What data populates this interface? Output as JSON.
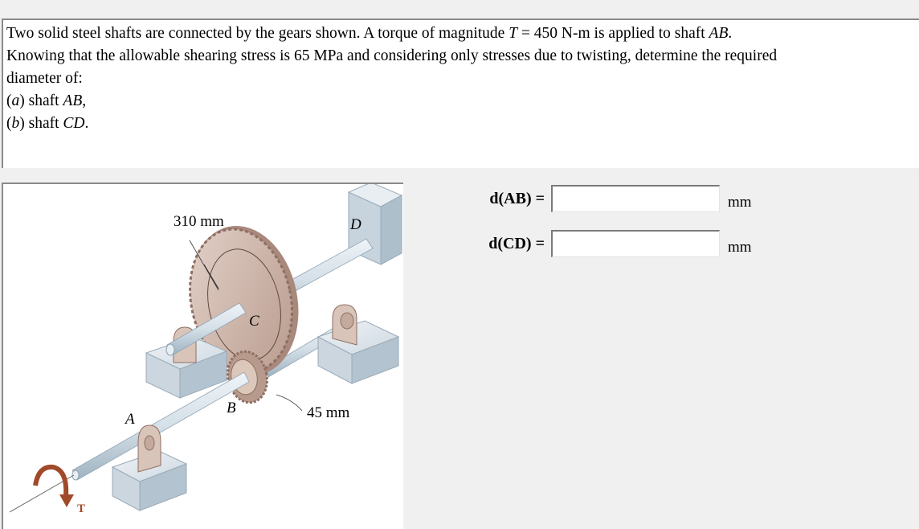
{
  "problem": {
    "lines": [
      [
        "Two solid steel shafts are connected by the gears shown.  A torque of magnitude ",
        "T",
        " = 450 N-m is applied to shaft ",
        "AB",
        "."
      ],
      [
        "Knowing that the allowable shearing stress is 65 MPa and considering only stresses due to twisting, determine the required"
      ],
      [
        "diameter of:"
      ],
      [
        "(",
        "a",
        ") shaft ",
        "AB",
        ","
      ],
      [
        "(",
        "b",
        ") shaft ",
        "CD",
        "."
      ]
    ]
  },
  "figure": {
    "labels": {
      "gear_c_radius": "310 mm",
      "gear_b_radius": "45 mm",
      "point_a": "A",
      "point_b": "B",
      "point_c": "C",
      "point_d": "D",
      "torque": "T"
    },
    "colors": {
      "gear": "#c9aea2",
      "gear_dark": "#8d6f63",
      "shaft": "#d7e2ea",
      "block": "#d4dde6",
      "torque_arrow": "#a04a2a"
    }
  },
  "answers": [
    {
      "label": "d(AB) =",
      "value": "",
      "unit": "mm"
    },
    {
      "label": "d(CD) =",
      "value": "",
      "unit": "mm"
    }
  ]
}
